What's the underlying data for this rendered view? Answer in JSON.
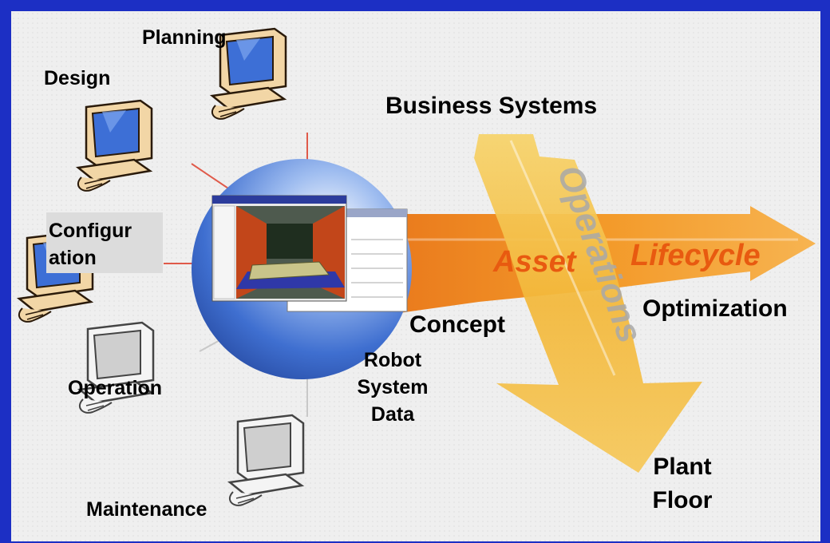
{
  "labels": {
    "planning": "Planning",
    "design": "Design",
    "configuration": [
      "Configur",
      "ation"
    ],
    "operation": "Operation",
    "maintenance": "Maintenance",
    "business_systems": "Business Systems",
    "concept": "Concept",
    "robot_system_data": [
      "Robot",
      "System",
      "Data"
    ],
    "optimization": "Optimization",
    "plant_floor": [
      "Plant",
      "Floor"
    ],
    "asset": "Asset",
    "lifecycle": "Lifecycle",
    "operations": "Operations"
  },
  "colors": {
    "frame": "#1c2fc4",
    "panel": "#efefef",
    "arrow_orange": "#f39a2a",
    "arrow_yellow": "#f5c23e",
    "italic_orange": "#e85a10",
    "sphere": "#3f6fd0",
    "connector": "#e05a4a",
    "monitor_color": "#f2d6a6",
    "screen_color": "#3d6fd6",
    "monitor_gray": "#d8d8d8"
  },
  "icons": [
    "computer-workstation-icon",
    "robot-software-screenshot"
  ]
}
